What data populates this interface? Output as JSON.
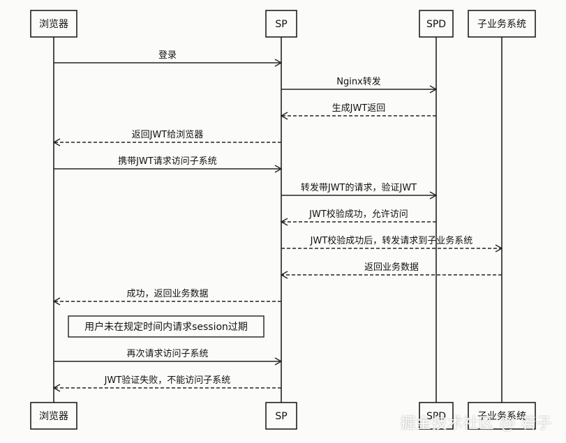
{
  "participants": [
    {
      "id": "browser",
      "label": "浏览器"
    },
    {
      "id": "sp",
      "label": "SP"
    },
    {
      "id": "spd",
      "label": "SPD"
    },
    {
      "id": "sub",
      "label": "子业务系统"
    }
  ],
  "messages": [
    {
      "from": "browser",
      "to": "sp",
      "label": "登录",
      "style": "solid"
    },
    {
      "from": "sp",
      "to": "spd",
      "label": "Nginx转发",
      "style": "solid"
    },
    {
      "from": "spd",
      "to": "sp",
      "label": "生成JWT返回",
      "style": "dashed"
    },
    {
      "from": "sp",
      "to": "browser",
      "label": "返回JWT给浏览器",
      "style": "dashed"
    },
    {
      "from": "browser",
      "to": "sp",
      "label": "携带JWT请求访问子系统",
      "style": "solid"
    },
    {
      "from": "sp",
      "to": "spd",
      "label": "转发带JWT的请求，验证JWT",
      "style": "solid"
    },
    {
      "from": "spd",
      "to": "sp",
      "label": "JWT校验成功，允许访问",
      "style": "dashed"
    },
    {
      "from": "sp",
      "to": "sub",
      "label": "JWT校验成功后，转发请求到子业务系统",
      "style": "dashed"
    },
    {
      "from": "sub",
      "to": "sp",
      "label": "返回业务数据",
      "style": "dashed"
    },
    {
      "from": "sp",
      "to": "browser",
      "label": "成功，返回业务数据",
      "style": "dashed"
    },
    {
      "from": "browser",
      "to": "sp",
      "label": "再次请求访问子系统",
      "style": "solid"
    },
    {
      "from": "sp",
      "to": "browser",
      "label": "JWT验证失败，不能访问子系统",
      "style": "dashed"
    }
  ],
  "note": {
    "label": "用户未在规定时间内请求session过期"
  },
  "watermark": "掘金技术社区 @ 若子"
}
